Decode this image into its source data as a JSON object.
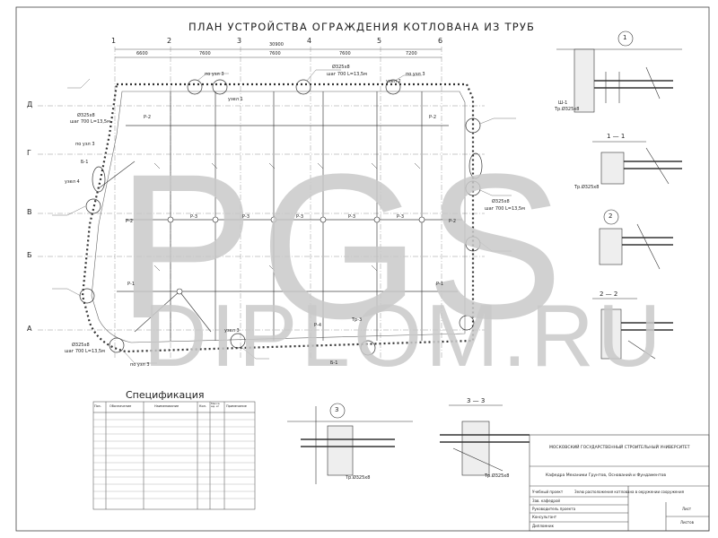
{
  "drawing": {
    "title": "ПЛАН УСТРОЙСТВА ОГРАЖДЕНИЯ КОТЛОВАНА ИЗ ТРУБ",
    "axes_numbers": [
      "1",
      "2",
      "3",
      "4",
      "5",
      "6"
    ],
    "axes_letters": [
      "Д",
      "Г",
      "В",
      "Б",
      "А"
    ],
    "overall_dim": "30900",
    "spans": [
      "6600",
      "7600",
      "7600",
      "7600",
      "7200"
    ],
    "pile_tag": "Ø325x8",
    "step_label": "шаг 700 L=13,5м",
    "labels": {
      "p2": "Р-2",
      "p1": "Р-1",
      "p3": "Р-3",
      "p4": "Р-4",
      "uzel1": "узел 1",
      "uzel2": "узел 2",
      "uzel3": "узел 3",
      "uzel4": "узел 4",
      "po_uzl3": "по узл 3",
      "b1": "Б-1",
      "t3": "Тр-3"
    }
  },
  "details": {
    "cut_1_1": "1 — 1",
    "cut_2_2": "2 — 2",
    "cut_3_3": "3 — 3",
    "node_1": "1",
    "node_2": "2",
    "node_3": "3",
    "ref_b1": "Ш-1",
    "ref_pipe": "Тр.Ø325x8"
  },
  "spec": {
    "title": "Спецификация",
    "headers": [
      "Поз.",
      "Обозначение",
      "Наименование",
      "Кол.",
      "Масса ед. кг",
      "Примечание"
    ]
  },
  "stamp": {
    "university": "МОСКОВСКИЙ ГОСУДАРСТВЕННЫЙ СТРОИТЕЛЬНЫЙ УНИВЕРСИТЕТ",
    "department": "Кафедра Механики Грунтов, Оснований и Фундаментов",
    "rows": [
      "Учебный проект",
      "Зав. кафедрой",
      "Руководитель проекта",
      "Консультант",
      "Дипломник"
    ],
    "project_name": "Зелю расположения котлована в окружении сооружения",
    "sheet_label": "Лист",
    "sheets_label": "Листов"
  },
  "watermark": {
    "main": "PGS",
    "sub": "DIPLOM.RU"
  }
}
